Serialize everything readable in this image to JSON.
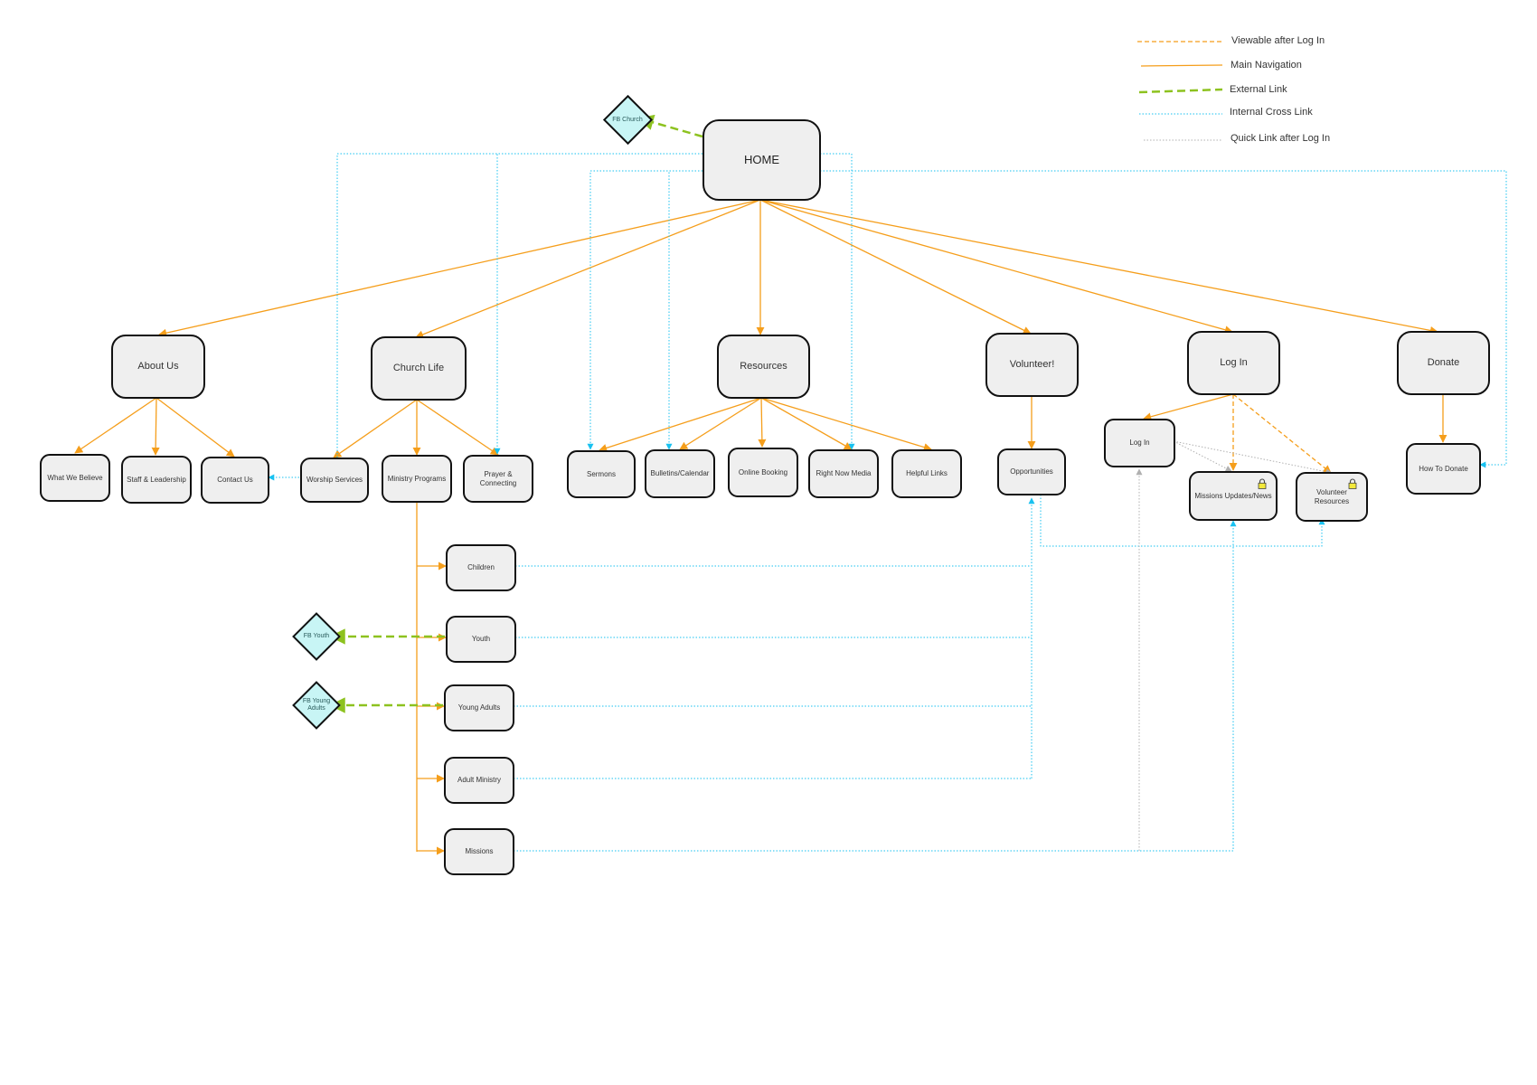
{
  "legend": {
    "viewable_after_login": "Viewable after Log In",
    "main_navigation": "Main Navigation",
    "external_link": "External Link",
    "internal_cross_link": "Internal Cross Link",
    "quick_link_after_login": "Quick Link after Log In"
  },
  "colors": {
    "main_navigation": "#f59e1b",
    "external_link": "#8dc21f",
    "internal_cross_link": "#19c1f0",
    "quick_link": "#b0b0b0",
    "node_fill": "#efefef",
    "diamond_fill": "#c8f5f5"
  },
  "nodes": {
    "home": "HOME",
    "about_us": "About Us",
    "church_life": "Church Life",
    "resources": "Resources",
    "volunteer": "Volunteer!",
    "log_in": "Log In",
    "donate": "Donate",
    "what_we_believe": "What We Believe",
    "staff_leadership": "Staff & Leadership",
    "contact_us": "Contact Us",
    "worship_services": "Worship Services",
    "ministry_programs": "Ministry Programs",
    "prayer_connecting": "Prayer & Connecting",
    "sermons": "Sermons",
    "bulletins_calendar": "Bulletins/Calendar",
    "online_booking": "Online Booking",
    "right_now_media": "Right Now Media",
    "helpful_links": "Helpful Links",
    "opportunities": "Opportunities",
    "log_in_sub": "Log In",
    "missions_updates": "Missions Updates/News",
    "volunteer_resources": "Volunteer Resources",
    "how_to_donate": "How To Donate",
    "children": "Children",
    "youth": "Youth",
    "young_adults": "Young Adults",
    "adult_ministry": "Adult Ministry",
    "missions": "Missions"
  },
  "external": {
    "fb_church": "FB Church",
    "fb_youth": "FB Youth",
    "fb_young_adults": "FB Young Adults"
  },
  "icons": {
    "restricted": "lock-icon"
  }
}
